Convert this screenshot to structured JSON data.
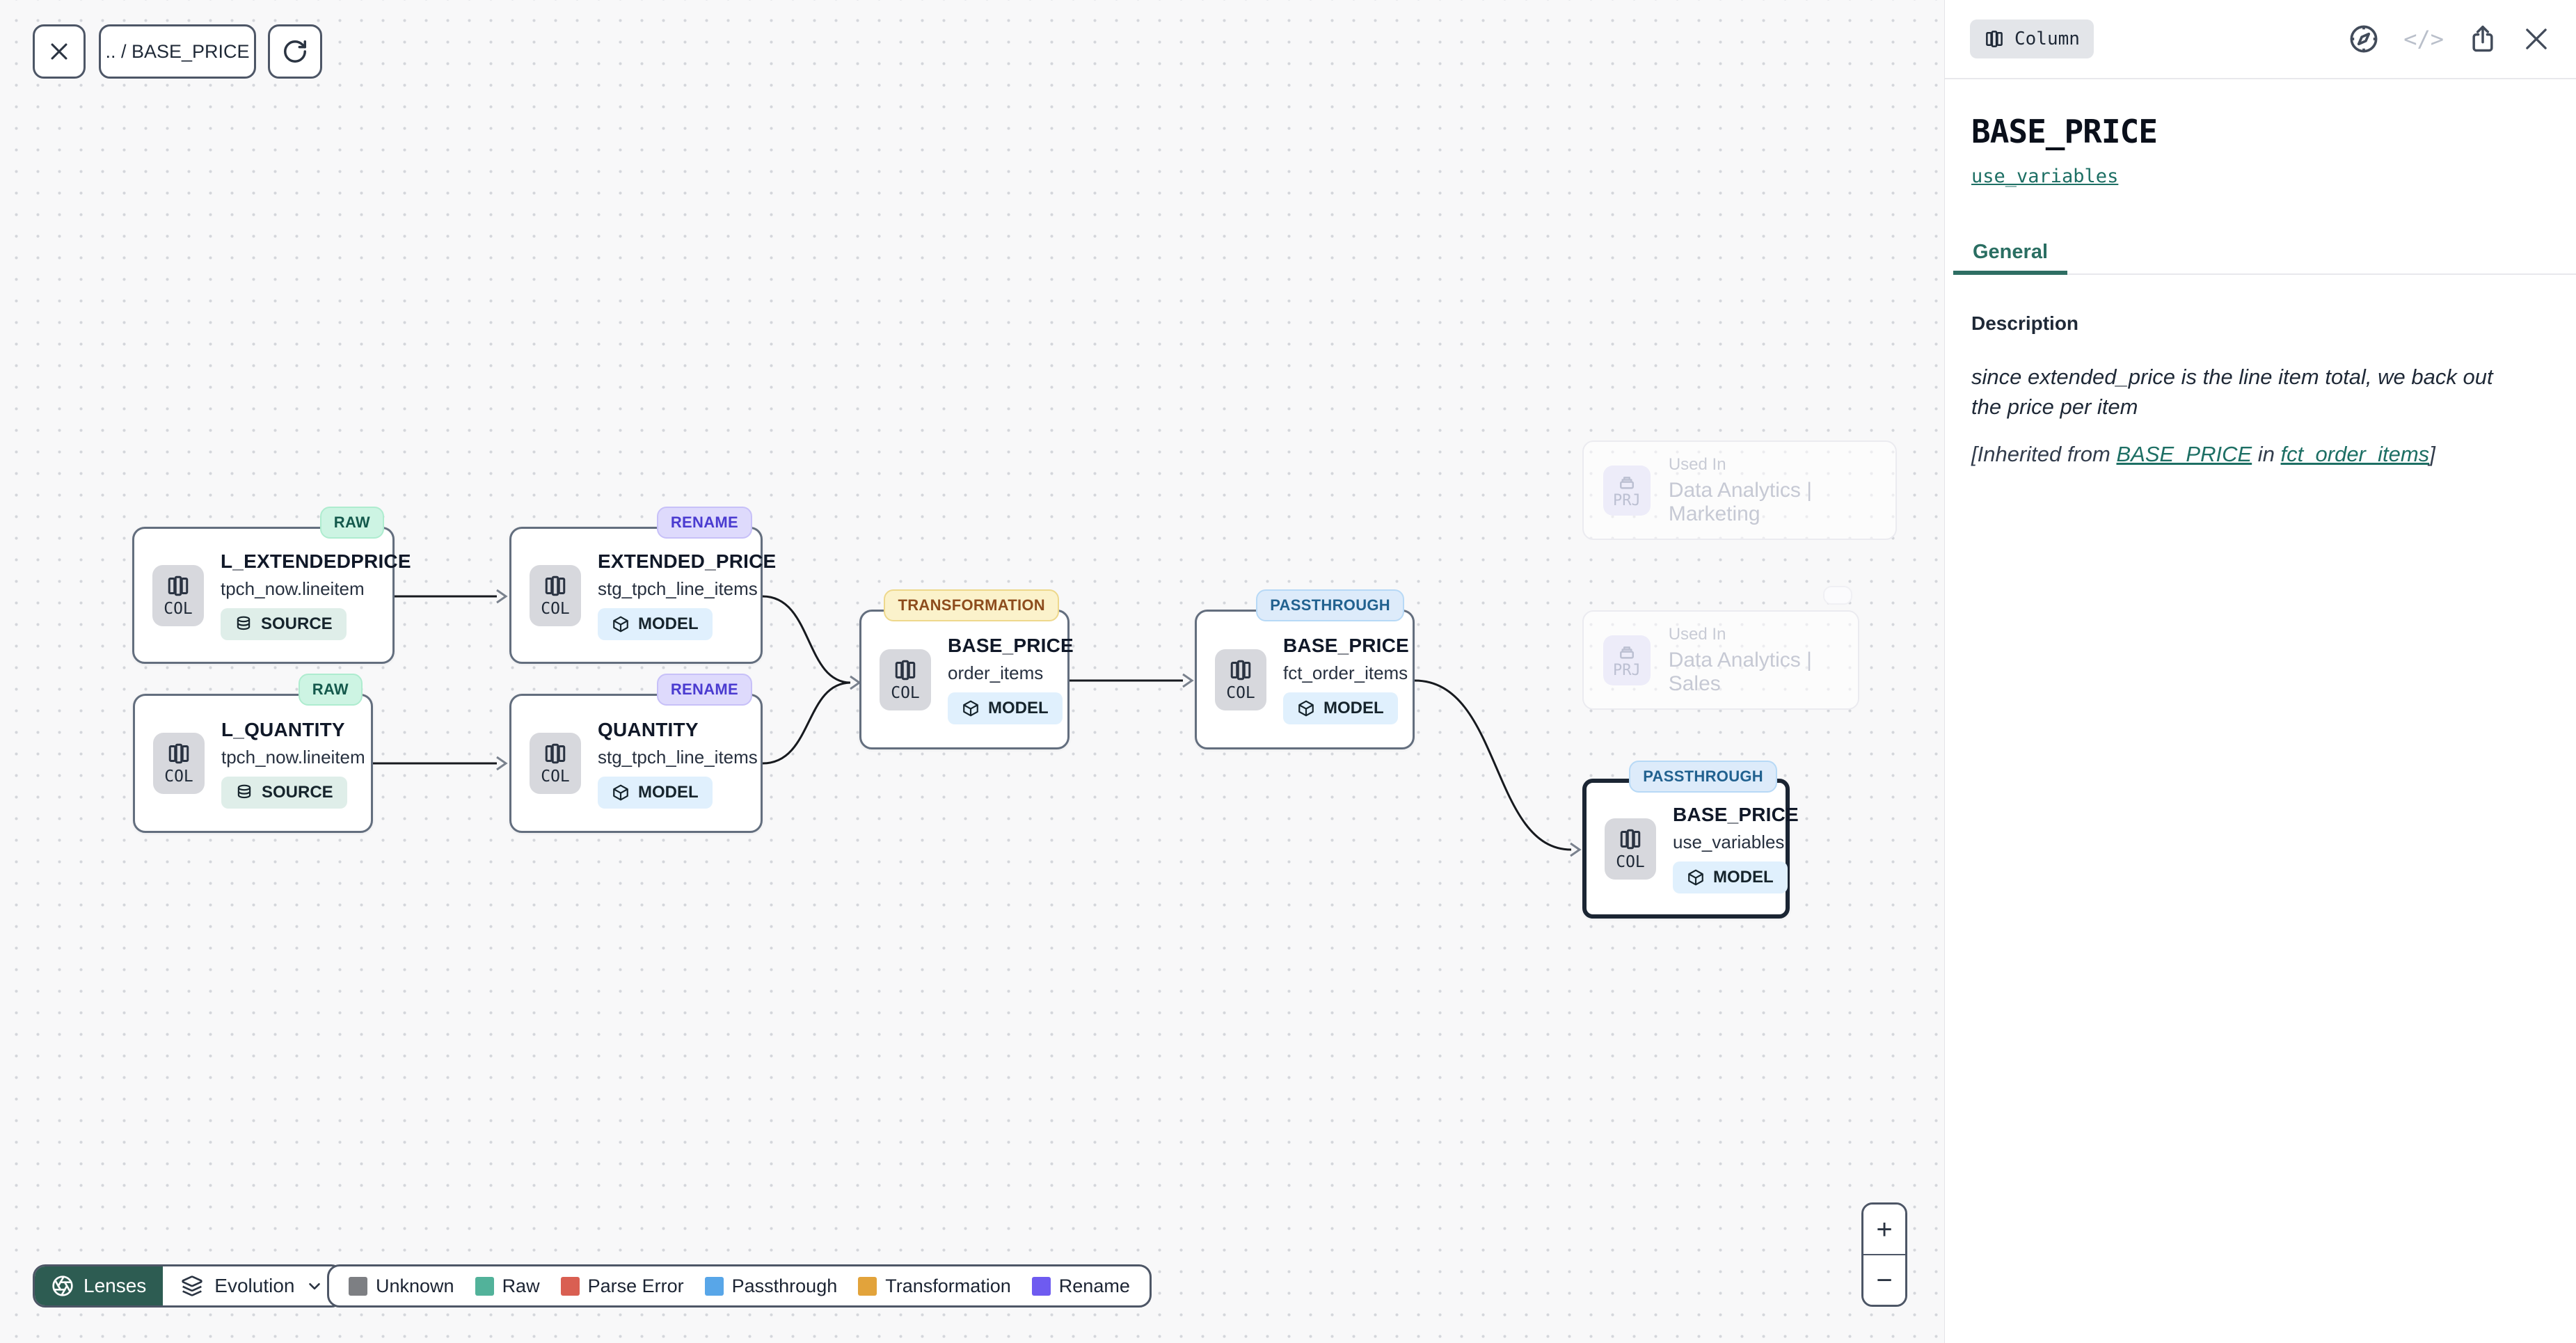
{
  "toolbar": {
    "breadcrumb": ".. / BASE_PRICE"
  },
  "canvas": {
    "col_label": "COL",
    "nodes": [
      {
        "title": "L_EXTENDEDPRICE",
        "subtitle": "tpch_now.lineitem",
        "kind": "SOURCE",
        "badge": "RAW"
      },
      {
        "title": "EXTENDED_PRICE",
        "subtitle": "stg_tpch_line_items",
        "kind": "MODEL",
        "badge": "RENAME"
      },
      {
        "title": "L_QUANTITY",
        "subtitle": "tpch_now.lineitem",
        "kind": "SOURCE",
        "badge": "RAW"
      },
      {
        "title": "QUANTITY",
        "subtitle": "stg_tpch_line_items",
        "kind": "MODEL",
        "badge": "RENAME"
      },
      {
        "title": "BASE_PRICE",
        "subtitle": "order_items",
        "kind": "MODEL",
        "badge": "TRANSFORMATION"
      },
      {
        "title": "BASE_PRICE",
        "subtitle": "fct_order_items",
        "kind": "MODEL",
        "badge": "PASSTHROUGH"
      },
      {
        "title": "BASE_PRICE",
        "subtitle": "use_variables",
        "kind": "MODEL",
        "badge": "PASSTHROUGH"
      }
    ],
    "used_in": [
      {
        "label": "Used In",
        "name": "Data Analytics | Marketing",
        "icon_label": "PRJ"
      },
      {
        "label": "Used In",
        "name": "Data Analytics | Sales",
        "icon_label": "PRJ"
      }
    ]
  },
  "lenses": {
    "button": "Lenses",
    "mode": "Evolution"
  },
  "legend": [
    {
      "label": "Unknown",
      "color": "#7d7f83"
    },
    {
      "label": "Raw",
      "color": "#52b29a"
    },
    {
      "label": "Parse Error",
      "color": "#d95f52"
    },
    {
      "label": "Passthrough",
      "color": "#58a6e8"
    },
    {
      "label": "Transformation",
      "color": "#e2a33b"
    },
    {
      "label": "Rename",
      "color": "#6e5bf0"
    }
  ],
  "zoom_controls": {
    "zoom_in": "+",
    "zoom_out": "−"
  },
  "panel": {
    "chip": "Column",
    "title": "BASE_PRICE",
    "model_link": "use_variables",
    "tabs": [
      {
        "label": "General"
      }
    ],
    "description_label": "Description",
    "description_body": "since extended_price is the line item total, we back out the price per item",
    "inherited": {
      "prefix": "[Inherited from ",
      "link_column": "BASE_PRICE",
      "middle": " in ",
      "link_model": "fct_order_items",
      "suffix": "]"
    },
    "accent_color": "#1d6f64"
  }
}
